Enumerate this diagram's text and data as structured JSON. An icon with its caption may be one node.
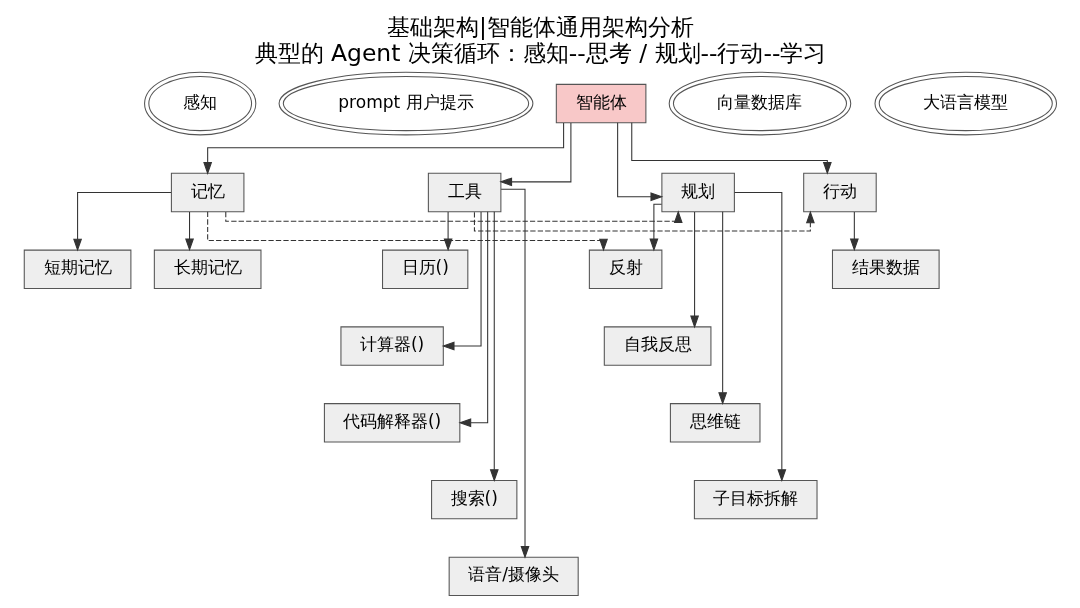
{
  "diagram": {
    "title": "基础架构|智能体通用架构分析",
    "caption": "典型的 Agent 决策循环：感知--思考 / 规划--行动--学习",
    "nodes": [
      {
        "text": [
          "prompt 用户提示"
        ]
      },
      {
        "text": [
          "向量数据库"
        ]
      },
      {
        "text": [
          "短期记忆"
        ]
      },
      {
        "text": [
          "长期记忆"
        ]
      },
      {
        "text": [
          "日历()"
        ]
      },
      {
        "text": [
          "记忆"
        ]
      },
      {
        "text": [
          "反射"
        ]
      },
      {
        "text": [
          "计算器()"
        ]
      },
      {
        "text": [
          "自我反思"
        ]
      },
      {
        "text": [
          "感知"
        ]
      },
      {
        "text": [
          "代码解释器()"
        ]
      },
      {
        "text": [
          "工具"
        ]
      },
      {
        "text": [
          "智能体"
        ]
      },
      {
        "text": [
          "规划"
        ]
      },
      {
        "text": [
          "大语言模型"
        ]
      },
      {
        "text": [
          "思维链"
        ]
      },
      {
        "text": [
          "搜索()"
        ]
      },
      {
        "text": [
          "行动"
        ]
      },
      {
        "text": [
          "子目标拆解"
        ]
      },
      {
        "text": [
          "语音/摄像头"
        ]
      },
      {
        "text": [
          "结果数据"
        ]
      }
    ],
    "edges": [
      {
        "from": 12,
        "to": 5,
        "arrow": "to"
      },
      {
        "from": 5,
        "to": 2,
        "arrow": "to"
      },
      {
        "from": 5,
        "to": 3,
        "arrow": "to"
      },
      {
        "from": 12,
        "to": 11,
        "arrow": "to"
      },
      {
        "from": 12,
        "to": 13,
        "arrow": "to"
      },
      {
        "from": 12,
        "to": 17,
        "arrow": "to"
      },
      {
        "from": 17,
        "to": 20,
        "arrow": "to"
      },
      {
        "from": 11,
        "to": 4,
        "arrow": "to"
      },
      {
        "from": 11,
        "to": 7,
        "arrow": "to"
      },
      {
        "from": 11,
        "to": 10,
        "arrow": "to"
      },
      {
        "from": 11,
        "to": 16,
        "arrow": "to"
      },
      {
        "from": 11,
        "to": 19,
        "arrow": "to"
      },
      {
        "from": 13,
        "to": 6,
        "arrow": "to"
      },
      {
        "from": 13,
        "to": 8,
        "arrow": "to"
      },
      {
        "from": 13,
        "to": 15,
        "arrow": "to"
      },
      {
        "from": 13,
        "to": 18,
        "arrow": "to"
      },
      {
        "from": 11,
        "to": 17,
        "arrow": "to",
        "style": "dashed"
      },
      {
        "from": 5,
        "to": 13,
        "arrow": "to",
        "style": "dashed"
      },
      {
        "from": 5,
        "to": 6,
        "arrow": "to",
        "style": "dashed"
      }
    ]
  }
}
